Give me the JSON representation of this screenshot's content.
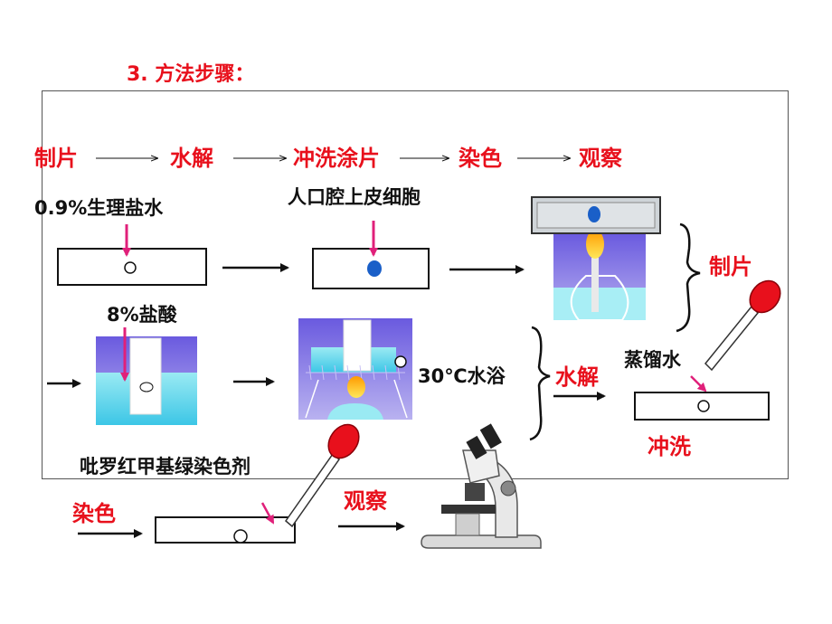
{
  "title": "3. 方法步骤：",
  "steps": [
    "制片",
    "水解",
    "冲洗涂片",
    "染色",
    "观察"
  ],
  "labels": {
    "saline": "0.9%生理盐水",
    "cheek_cells": "人口腔上皮细胞",
    "prep_slide": "制片",
    "hcl": "8%盐酸",
    "water_bath": "30℃水浴",
    "hydrolysis": "水解",
    "distilled_water": "蒸馏水",
    "rinse": "冲洗",
    "stain_reagent": "吡罗红甲基绿染色剂",
    "stain": "染色",
    "observe": "观察"
  },
  "colors": {
    "accent": "#e8101c",
    "cell": "#1a5fc8",
    "liquid": "#8fe6f2",
    "purple": "#8a78e0",
    "bulb": "#e8101c",
    "arrow": "#111111",
    "pink_arrow": "#e0207a"
  }
}
